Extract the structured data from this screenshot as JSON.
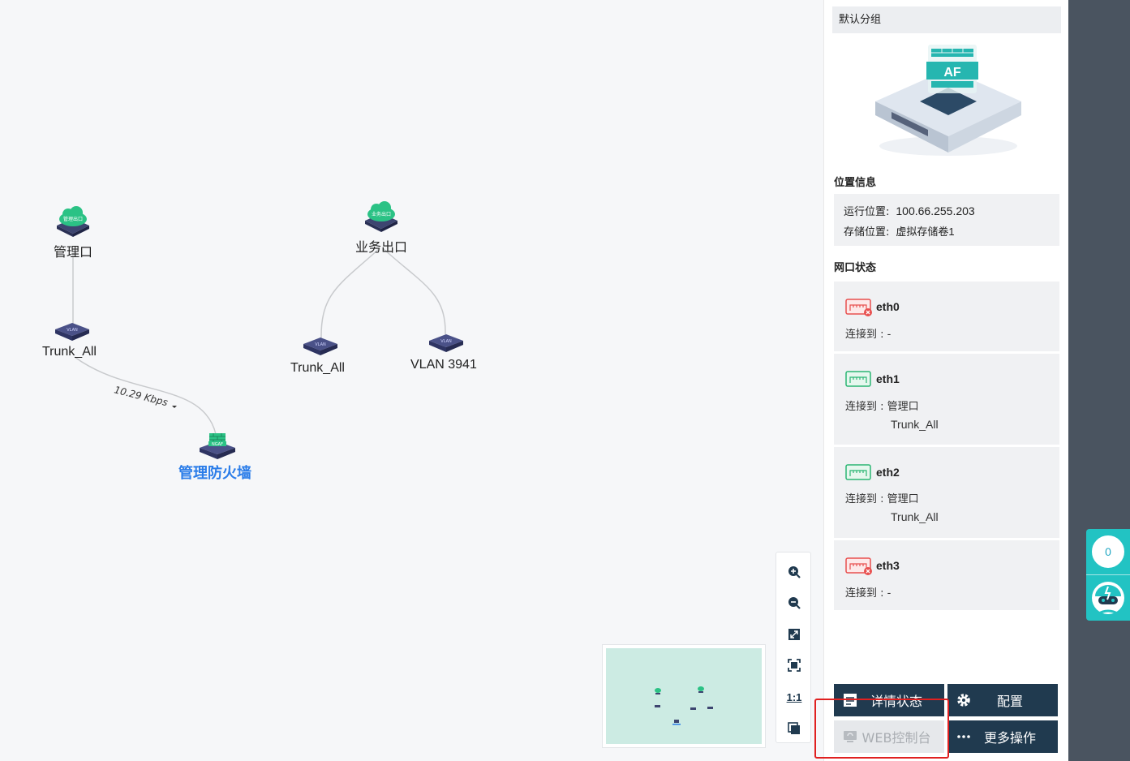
{
  "topology": {
    "nodes": [
      {
        "id": "mgmt-out",
        "label": "管理口",
        "type": "cloud",
        "icon_text": "管理出口"
      },
      {
        "id": "biz-out",
        "label": "业务出口",
        "type": "cloud",
        "icon_text": "业务出口"
      },
      {
        "id": "trunk-left",
        "label": "Trunk_All",
        "type": "switch"
      },
      {
        "id": "trunk-mid",
        "label": "Trunk_All",
        "type": "switch"
      },
      {
        "id": "vlan",
        "label": "VLAN 3941",
        "type": "switch"
      },
      {
        "id": "fw",
        "label": "管理防火墙",
        "type": "firewall",
        "icon_text": "NGAF"
      }
    ],
    "link_rate": "10.29 Kbps"
  },
  "zoom_toolbar": {
    "items": [
      "zoom-in",
      "zoom-out",
      "fit-screen",
      "center",
      "actual-size",
      "export"
    ],
    "actual_size_label": "1:1"
  },
  "panel": {
    "group_name": "默认分组",
    "device_badge": "AF",
    "location_title": "位置信息",
    "location": {
      "run_key": "运行位置:",
      "run_value": "100.66.255.203",
      "store_key": "存储位置:",
      "store_value": "虚拟存储卷1"
    },
    "ports_title": "网口状态",
    "ports": [
      {
        "name": "eth0",
        "status": "disconnected",
        "conn_label": "连接到 : -",
        "conn_target": ""
      },
      {
        "name": "eth1",
        "status": "connected",
        "conn_label": "连接到 : 管理口",
        "conn_target": "Trunk_All"
      },
      {
        "name": "eth2",
        "status": "connected",
        "conn_label": "连接到 : 管理口",
        "conn_target": "Trunk_All"
      },
      {
        "name": "eth3",
        "status": "disconnected",
        "conn_label": "连接到 : -",
        "conn_target": ""
      }
    ],
    "actions": {
      "details": "详情状态",
      "config": "配置",
      "web_console": "WEB控制台",
      "more": "更多操作"
    }
  },
  "assistant": {
    "count": "0"
  },
  "colors": {
    "accent_blue": "#2b7de9",
    "button_dark": "#203a4f",
    "port_up": "#2bb673",
    "port_down": "#e8504f",
    "highlight_red": "#e02020",
    "assistant_teal": "#22c3c3"
  }
}
